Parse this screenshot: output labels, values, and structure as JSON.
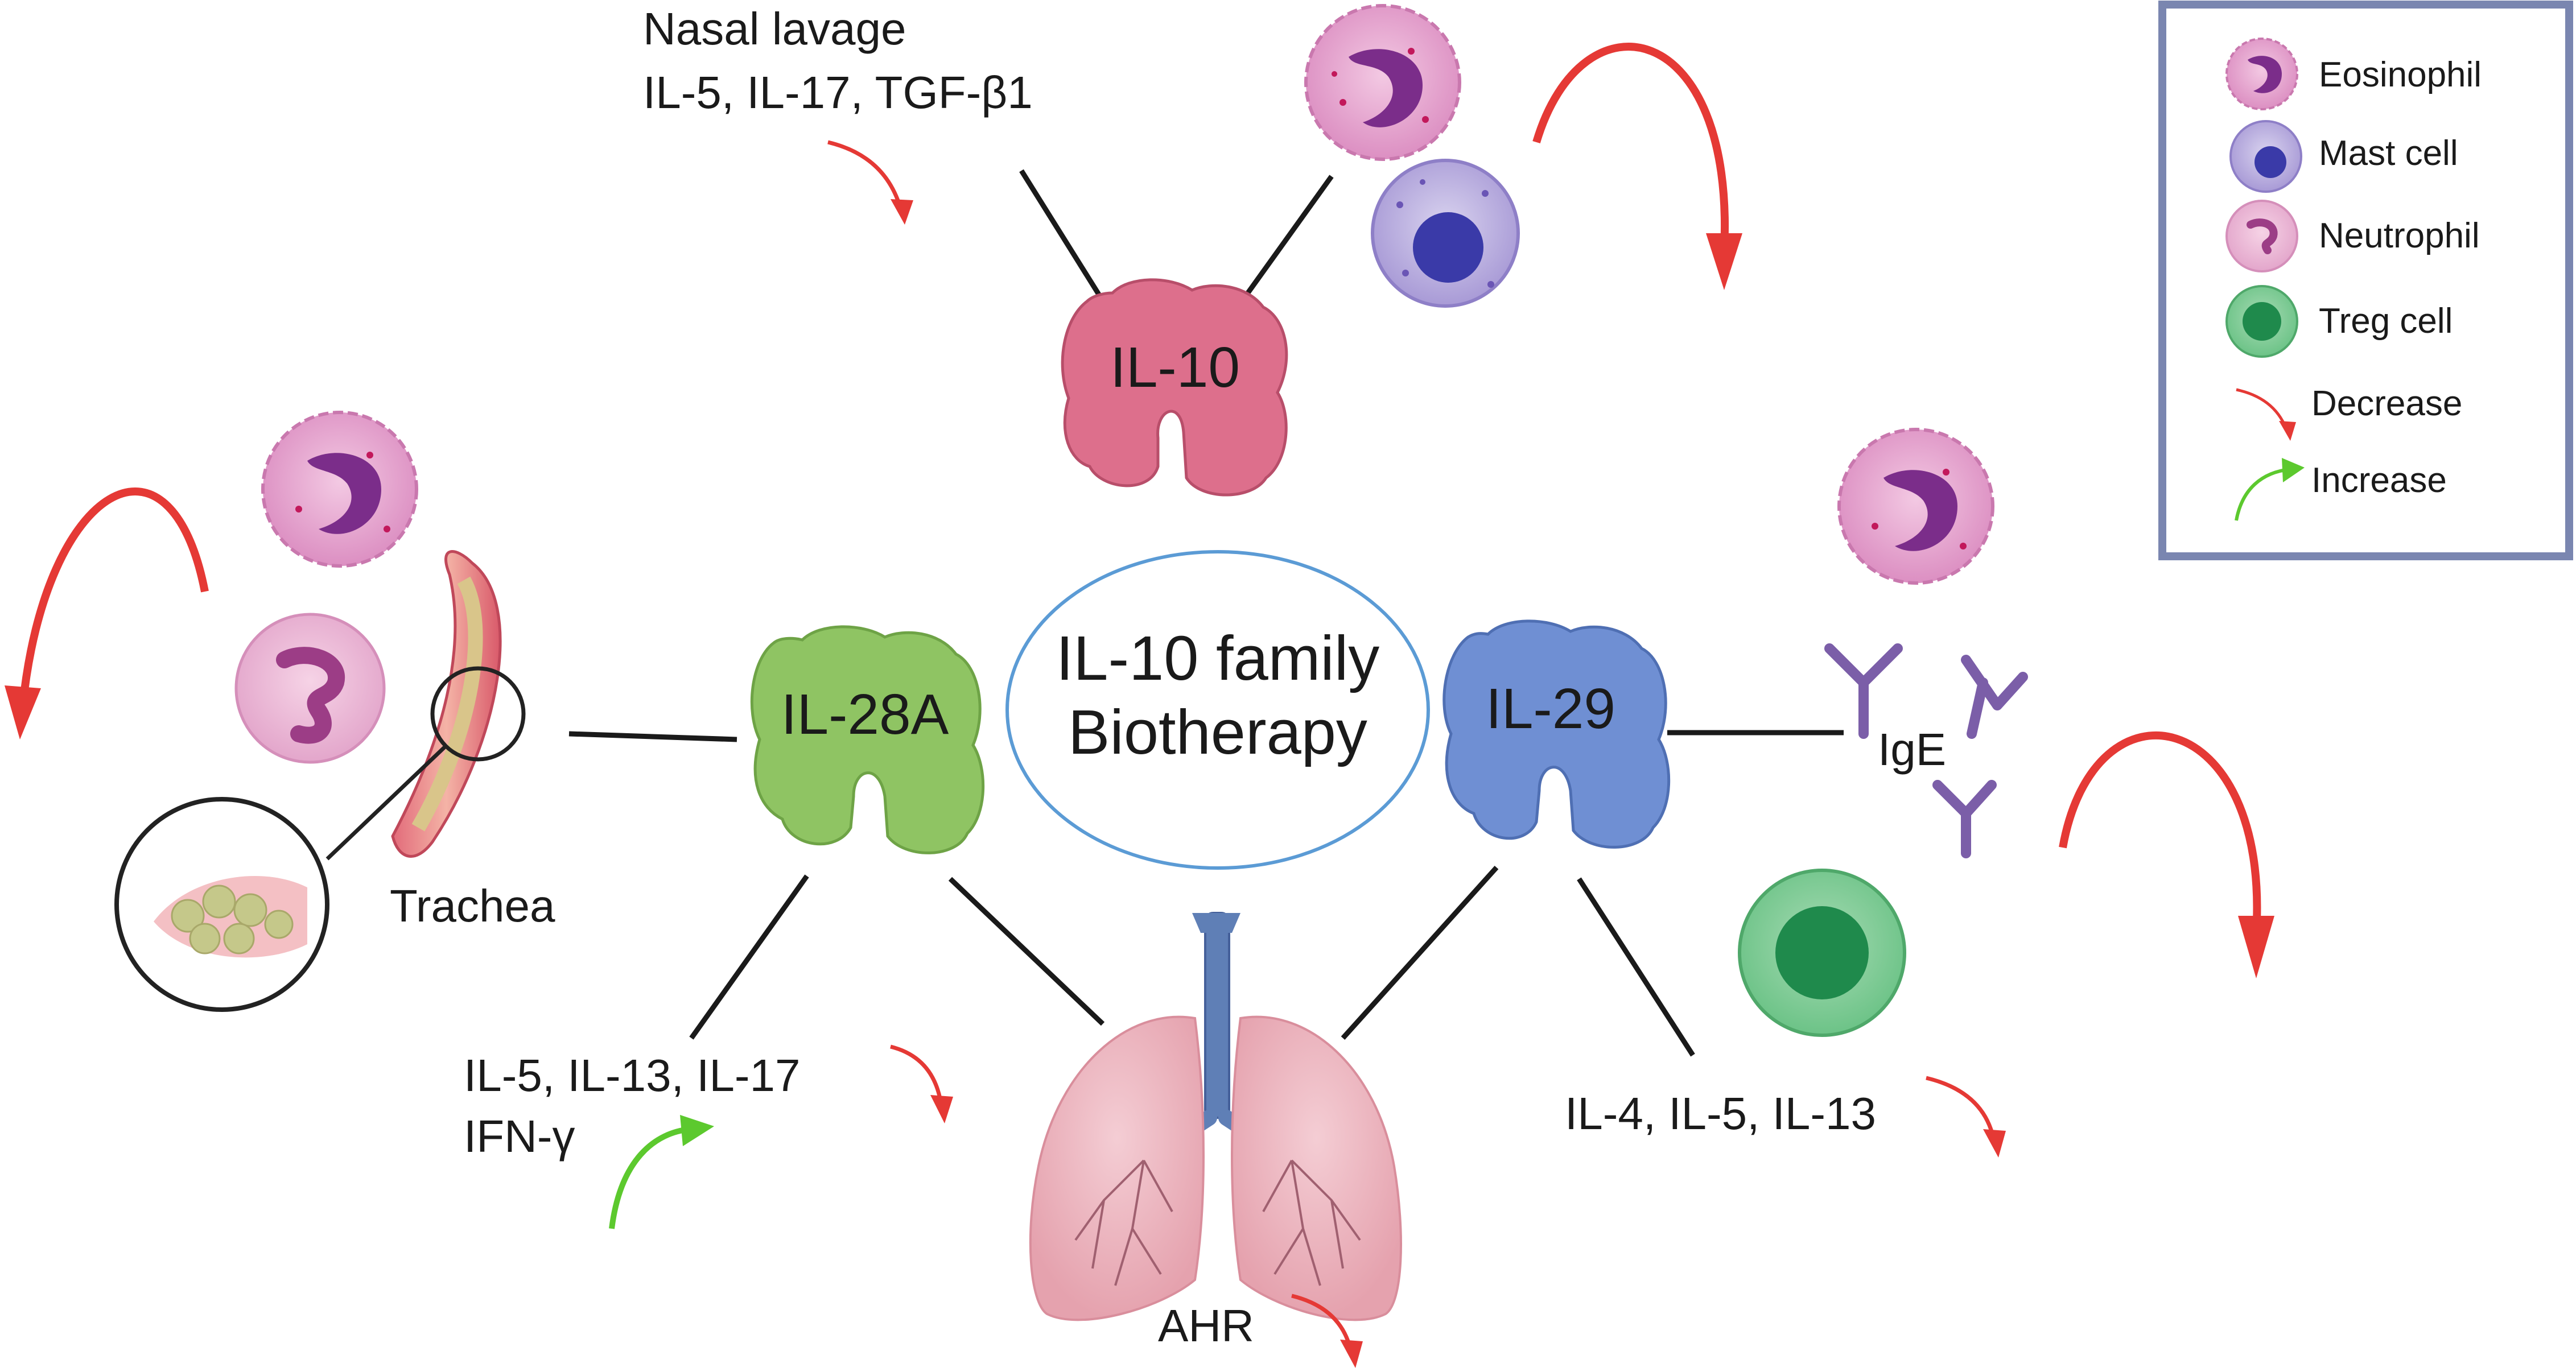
{
  "center": {
    "line1": "IL-10 family",
    "line2": "Biotherapy"
  },
  "proteins": {
    "il10": {
      "label": "IL-10",
      "color": "#dd6f8c"
    },
    "il28a": {
      "label": "IL-28A",
      "color": "#8fc463"
    },
    "il29": {
      "label": "IL-29",
      "color": "#6f8fd3"
    }
  },
  "labels": {
    "nasal_title": "Nasal lavage",
    "nasal_cytokines": "IL-5, IL-17, TGF-β1",
    "trachea": "Trachea",
    "il28a_cytokines": "IL-5, IL-13, IL-17",
    "il28a_ifn": "IFN-γ",
    "il29_cytokines": "IL-4, IL-5, IL-13",
    "ige": "IgE",
    "ahr": "AHR"
  },
  "legend": {
    "items": [
      {
        "label": "Eosinophil",
        "icon": "eosinophil-icon"
      },
      {
        "label": "Mast cell",
        "icon": "mast-cell-icon"
      },
      {
        "label": "Neutrophil",
        "icon": "neutrophil-icon"
      },
      {
        "label": "Treg cell",
        "icon": "treg-cell-icon"
      },
      {
        "label": "Decrease",
        "icon": "decrease-arrow-icon"
      },
      {
        "label": "Increase",
        "icon": "increase-arrow-icon"
      }
    ]
  },
  "colors": {
    "decrease": "#e53935",
    "increase": "#5cc92e",
    "ellipse_border": "#5b9bd5",
    "legend_border": "#7a86b0",
    "ige": "#7b5ea8"
  }
}
